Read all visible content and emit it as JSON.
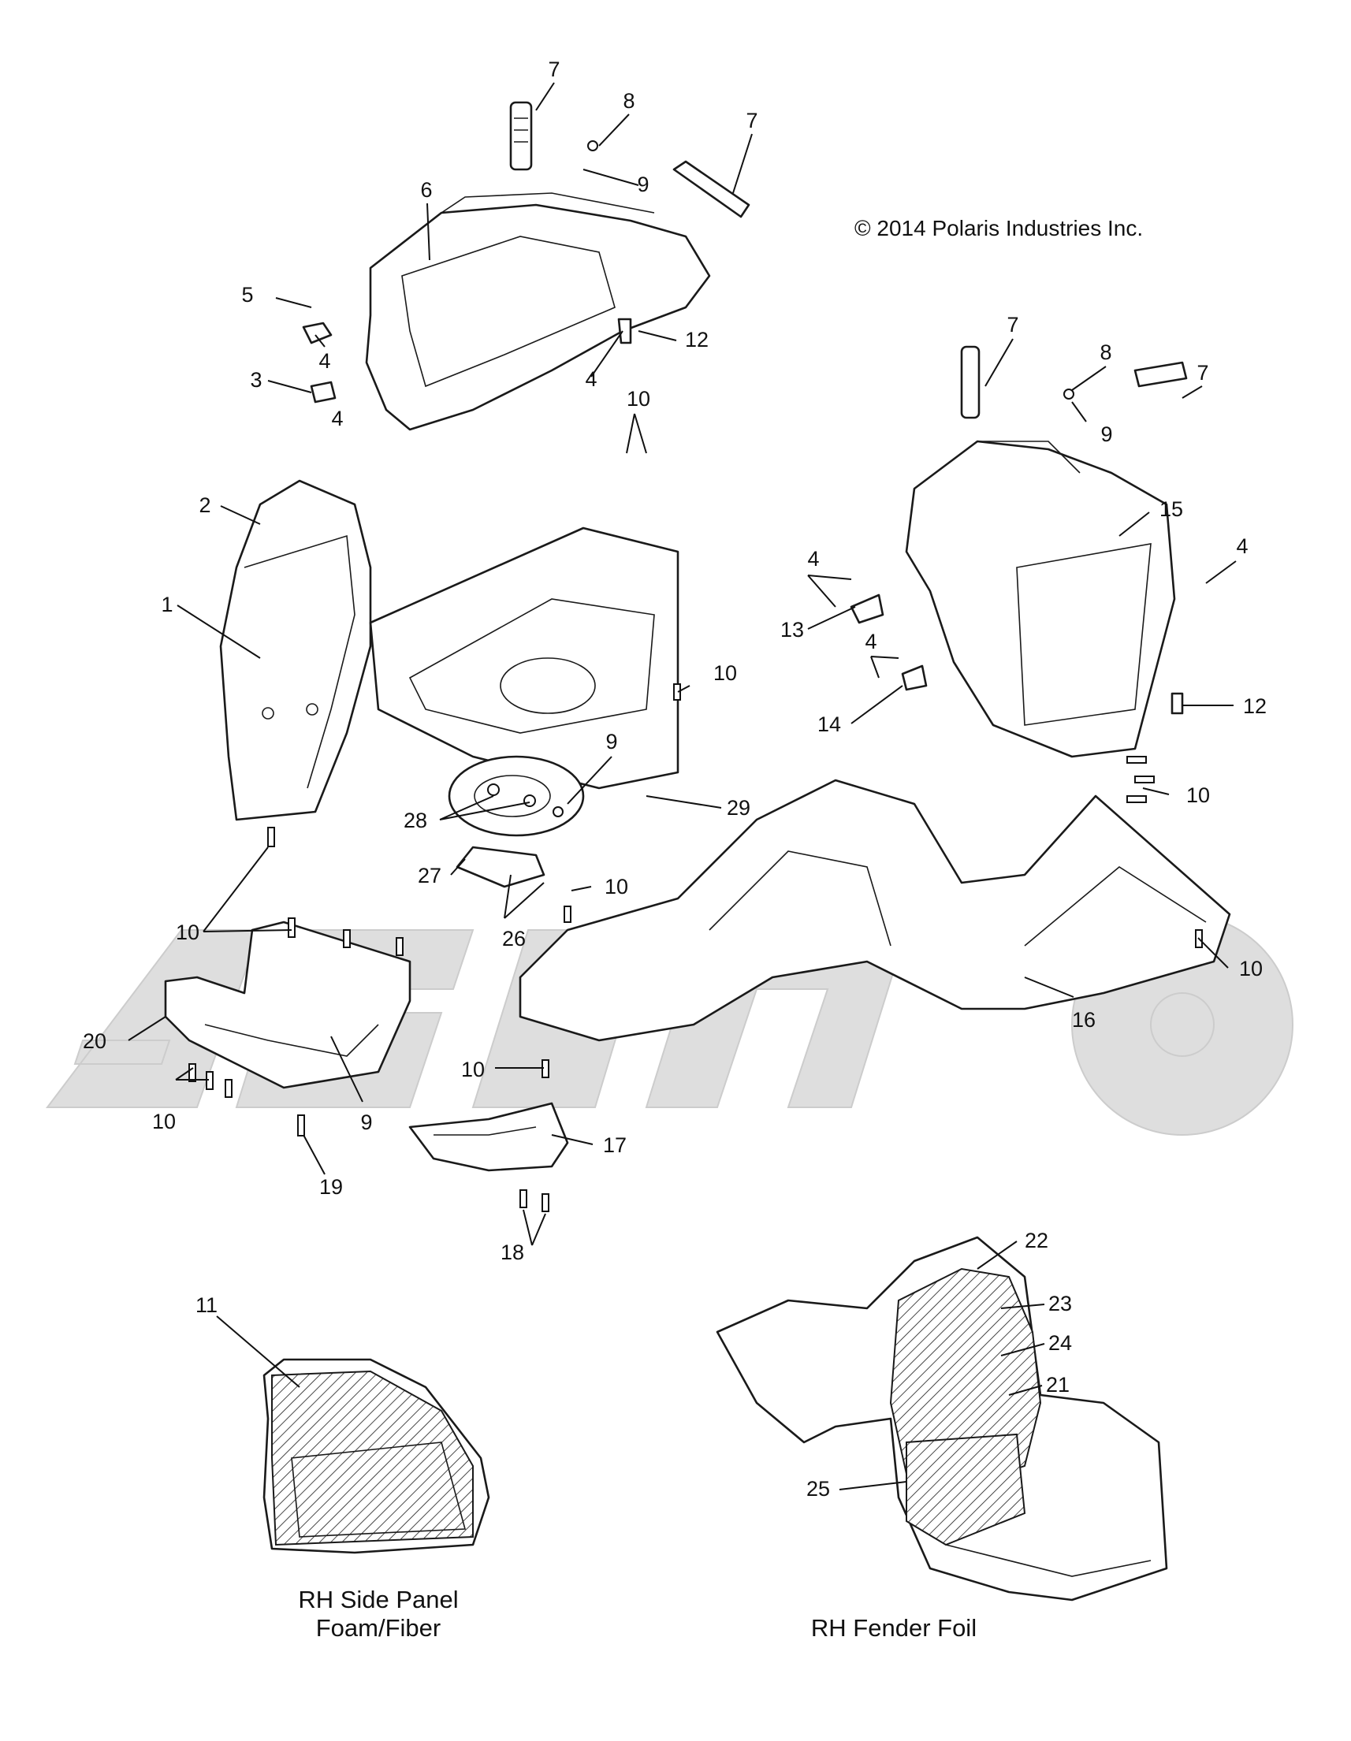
{
  "copyright": "© 2014 Polaris Industries Inc.",
  "callouts": [
    {
      "id": "c7a",
      "label": "7"
    },
    {
      "id": "c8a",
      "label": "8"
    },
    {
      "id": "c7b",
      "label": "7"
    },
    {
      "id": "c9a",
      "label": "9"
    },
    {
      "id": "c6",
      "label": "6"
    },
    {
      "id": "c5",
      "label": "5"
    },
    {
      "id": "c4a",
      "label": "4"
    },
    {
      "id": "c3",
      "label": "3"
    },
    {
      "id": "c4b",
      "label": "4"
    },
    {
      "id": "c4c",
      "label": "4"
    },
    {
      "id": "c12a",
      "label": "12"
    },
    {
      "id": "c10a",
      "label": "10"
    },
    {
      "id": "c2",
      "label": "2"
    },
    {
      "id": "c1",
      "label": "1"
    },
    {
      "id": "c7c",
      "label": "7"
    },
    {
      "id": "c8b",
      "label": "8"
    },
    {
      "id": "c7d",
      "label": "7"
    },
    {
      "id": "c9b",
      "label": "9"
    },
    {
      "id": "c15",
      "label": "15"
    },
    {
      "id": "c4d",
      "label": "4"
    },
    {
      "id": "c13",
      "label": "13"
    },
    {
      "id": "c4e",
      "label": "4"
    },
    {
      "id": "c14",
      "label": "14"
    },
    {
      "id": "c4f",
      "label": "4"
    },
    {
      "id": "c12b",
      "label": "12"
    },
    {
      "id": "c10b",
      "label": "10"
    },
    {
      "id": "c9c",
      "label": "9"
    },
    {
      "id": "c28",
      "label": "28"
    },
    {
      "id": "c29",
      "label": "29"
    },
    {
      "id": "c27",
      "label": "27"
    },
    {
      "id": "c10c",
      "label": "10"
    },
    {
      "id": "c26",
      "label": "26"
    },
    {
      "id": "c10d",
      "label": "10"
    },
    {
      "id": "c10e",
      "label": "10"
    },
    {
      "id": "c16",
      "label": "16"
    },
    {
      "id": "c10f",
      "label": "10"
    },
    {
      "id": "c20",
      "label": "20"
    },
    {
      "id": "c10g",
      "label": "10"
    },
    {
      "id": "c9d",
      "label": "9"
    },
    {
      "id": "c10h",
      "label": "10"
    },
    {
      "id": "c19",
      "label": "19"
    },
    {
      "id": "c17",
      "label": "17"
    },
    {
      "id": "c18",
      "label": "18"
    },
    {
      "id": "c11",
      "label": "11"
    },
    {
      "id": "c22",
      "label": "22"
    },
    {
      "id": "c23",
      "label": "23"
    },
    {
      "id": "c24",
      "label": "24"
    },
    {
      "id": "c21",
      "label": "21"
    },
    {
      "id": "c25",
      "label": "25"
    }
  ],
  "inset_left": {
    "line1": "RH Side Panel",
    "line2": "Foam/Fiber"
  },
  "inset_right": {
    "line1": "RH Fender Foil"
  }
}
